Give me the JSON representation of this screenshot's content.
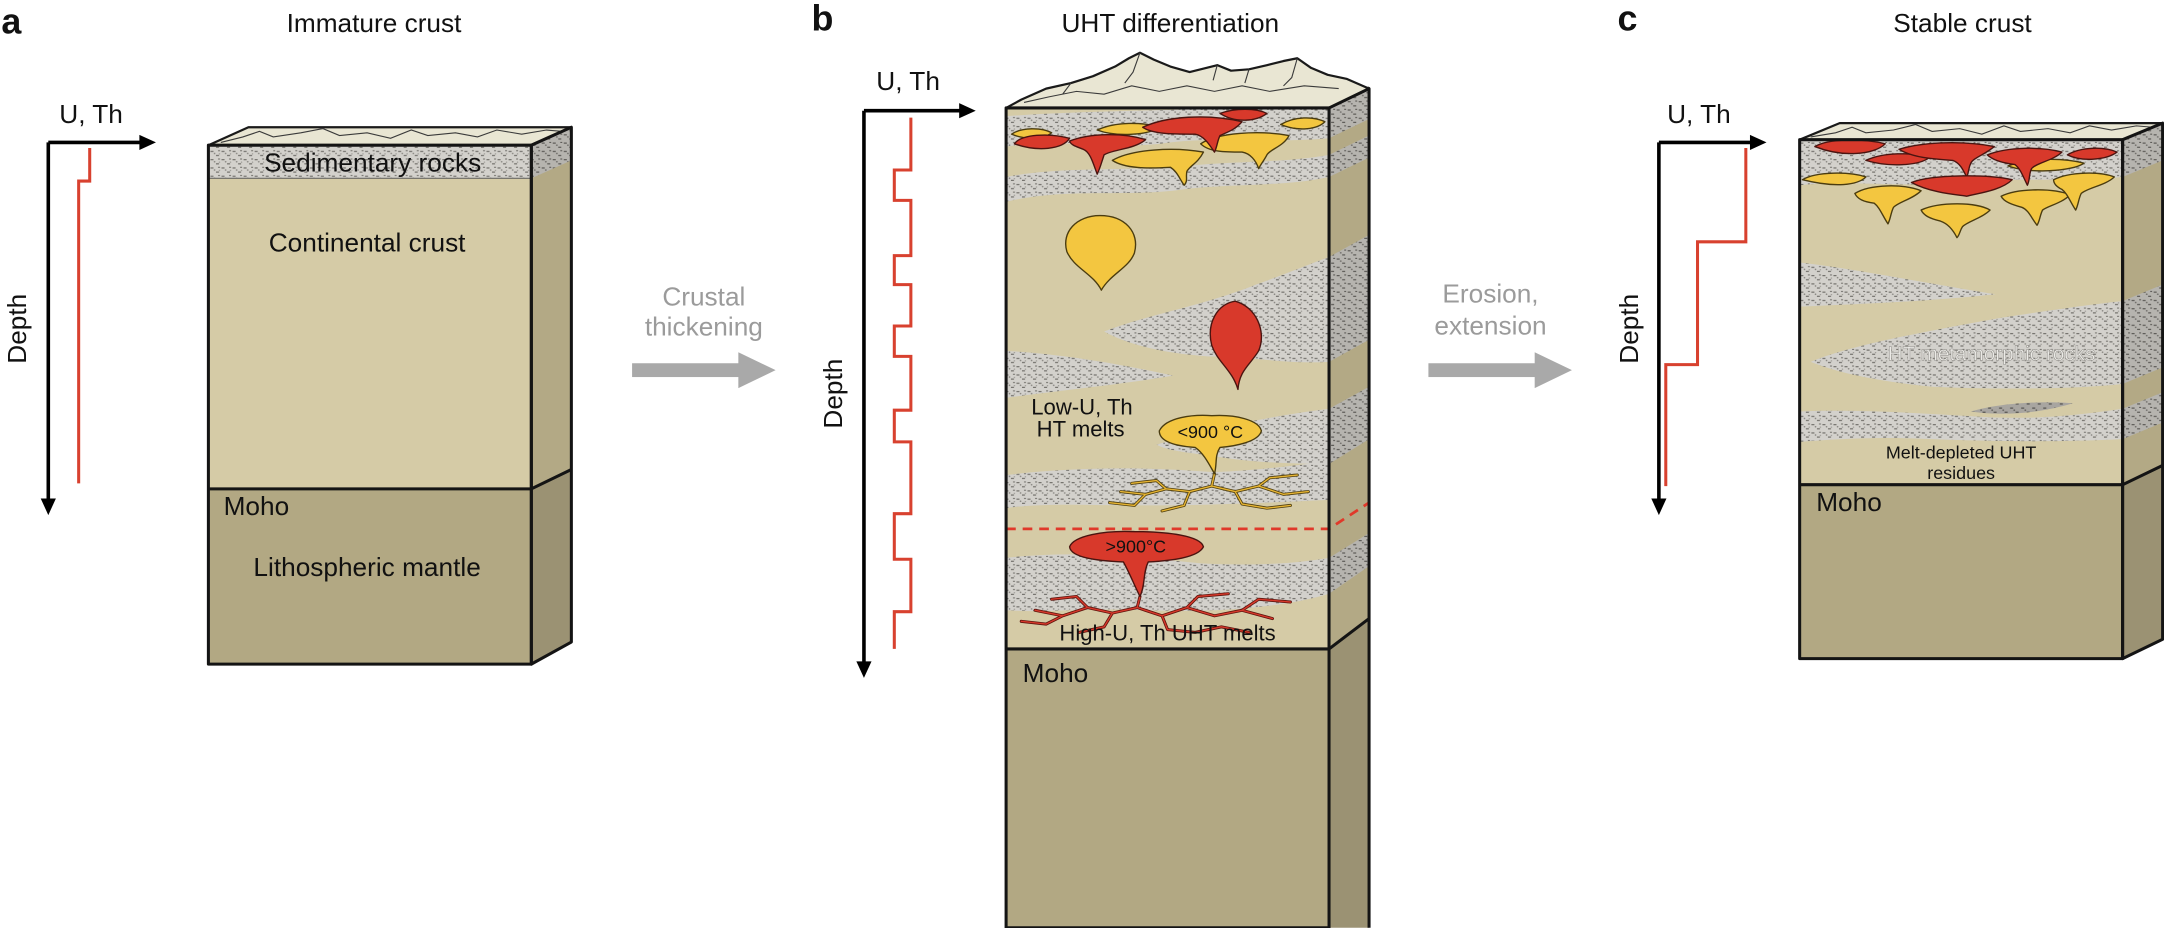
{
  "panel_a": {
    "letter": "a",
    "title": "Immature crust",
    "x_axis_label": "U, Th",
    "y_axis_label": "Depth",
    "sediment_label": "Sedimentary rocks",
    "crust_label": "Continental crust",
    "moho_label": "Moho",
    "mantle_label": "Lithospheric mantle"
  },
  "transition_1": {
    "line_1": "Crustal",
    "line_2": "thickening"
  },
  "panel_b": {
    "letter": "b",
    "title": "UHT differentiation",
    "x_axis_label": "U, Th",
    "y_axis_label": "Depth",
    "ht_melts_line_1": "Low-U, Th",
    "ht_melts_line_2": "HT melts",
    "ht_melt_temperature": "<900 °C",
    "uht_melt_temperature": ">900°C",
    "uht_melts_label": "High-U, Th UHT melts",
    "moho_label": "Moho"
  },
  "transition_2": {
    "line_1": "Erosion,",
    "line_2": "extension"
  },
  "panel_c": {
    "letter": "c",
    "title": "Stable crust",
    "x_axis_label": "U, Th",
    "y_axis_label": "Depth",
    "ht_rocks_label": "HT metamorphic rocks",
    "residues_line_1": "Melt-depleted UHT",
    "residues_line_2": "residues",
    "moho_label": "Moho"
  },
  "colors": {
    "crust": "#d5cba6",
    "crust_side": "#b3a985",
    "mantle": "#b2a883",
    "mantle_side": "#9b9273",
    "surface": "#e9e6d3",
    "yellow_melt": "#f3c640",
    "red_melt": "#d8392b",
    "profile": "#d8412f",
    "dashed_boundary": "#e0392a",
    "transition_arrow": "#a9a9a9"
  }
}
